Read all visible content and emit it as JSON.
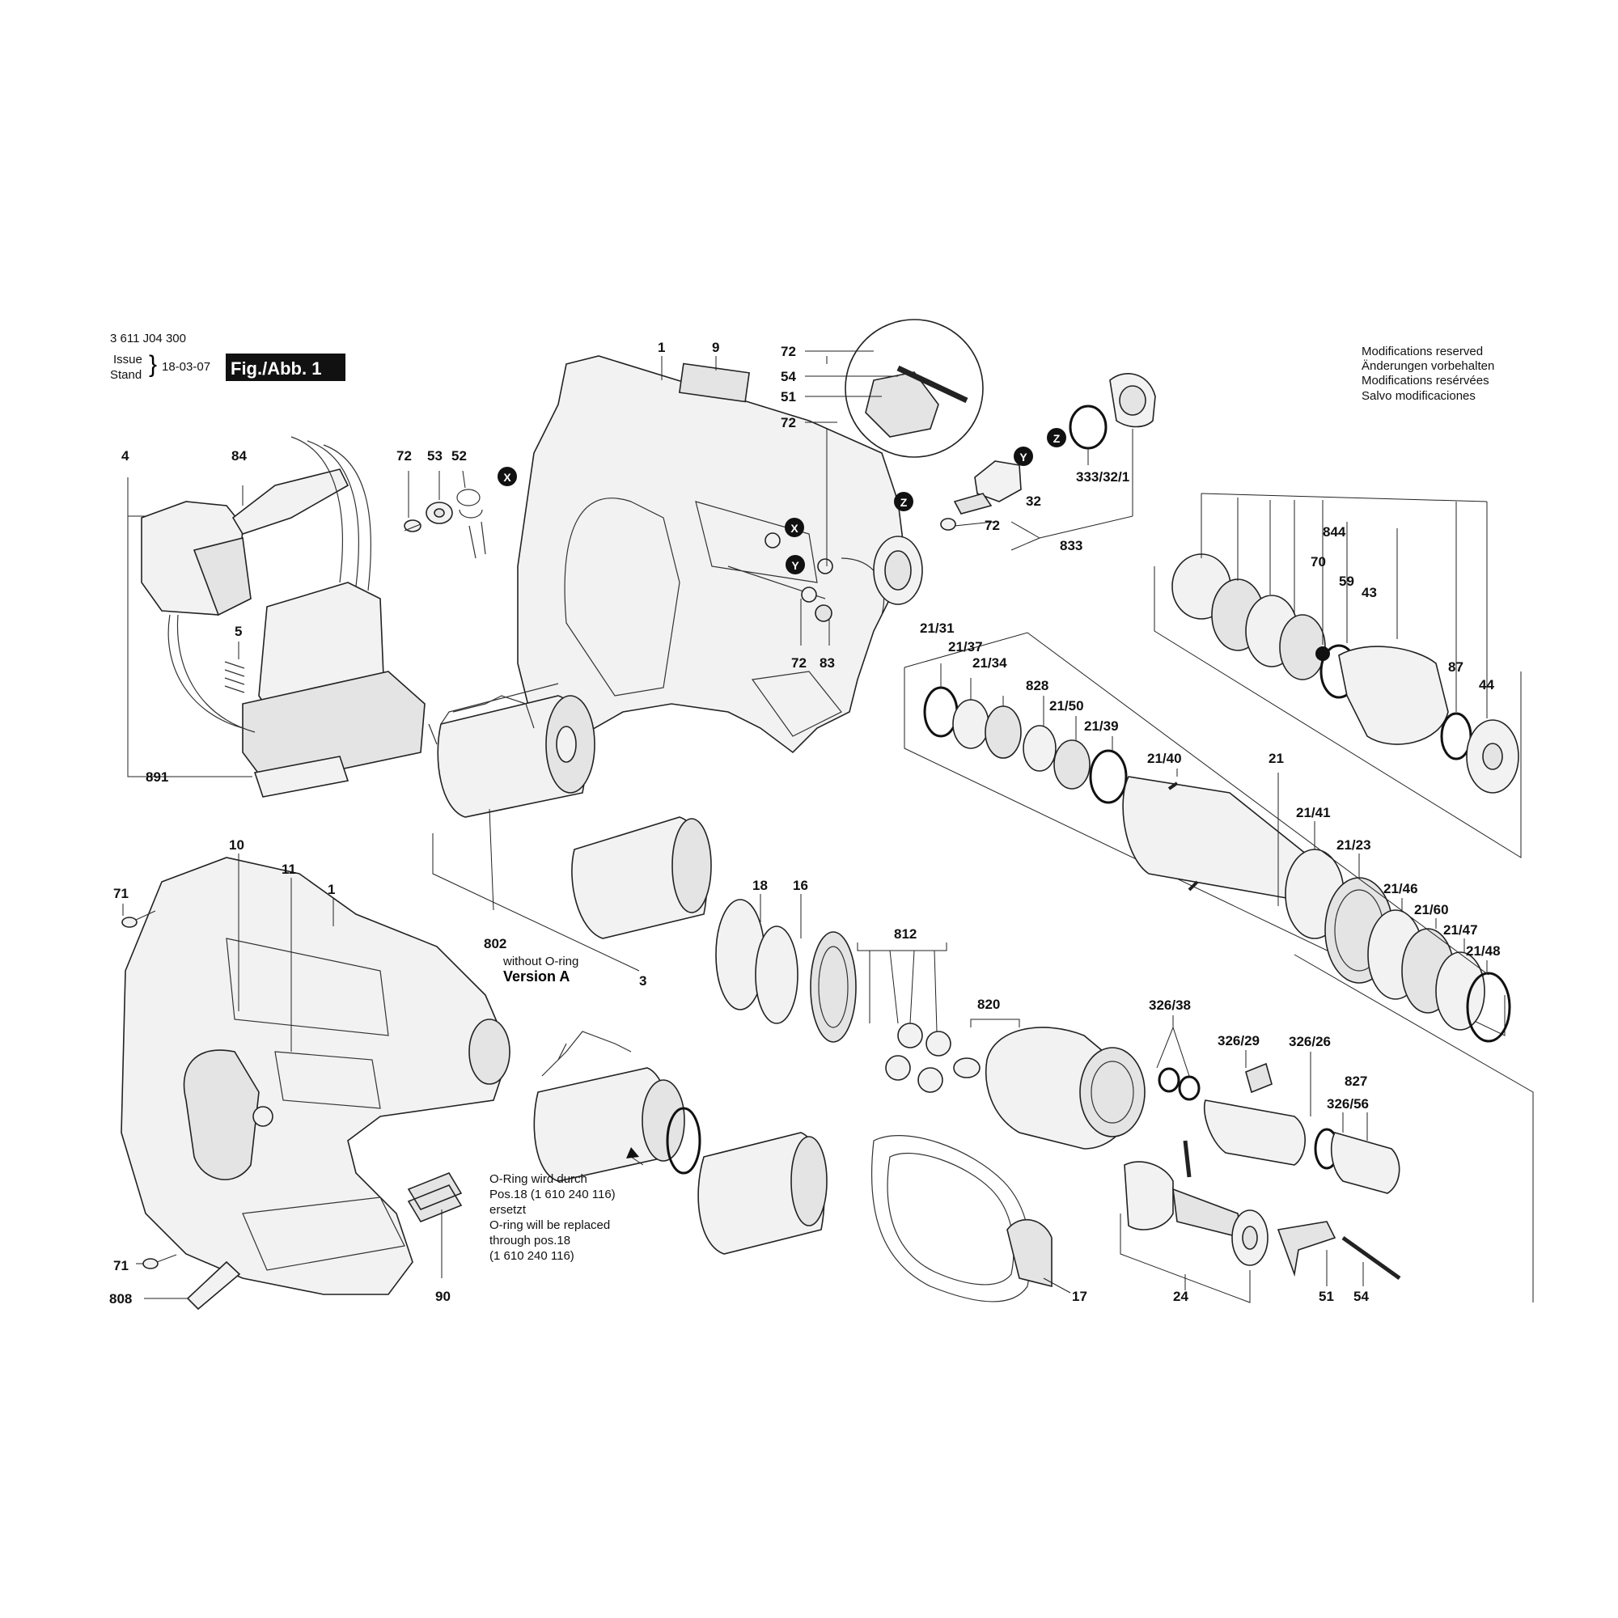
{
  "header": {
    "doc_number": "3 611 J04 300",
    "issue_label_1": "Issue",
    "issue_label_2": "Stand",
    "issue_date": "18-03-07",
    "figure_label": "Fig./Abb. 1"
  },
  "modifications": [
    "Modifications reserved",
    "Änderungen vorbehalten",
    "Modifications resérvées",
    "Salvo modificaciones"
  ],
  "notes": {
    "without_oring": "without O-ring",
    "version_a": "Version A",
    "oring_lines": [
      "O-Ring wird durch",
      "Pos.18 (1 610 240 116)",
      "ersetzt",
      "O-ring will be replaced",
      "through pos.18",
      "(1 610 240 116)"
    ]
  },
  "markers": {
    "x": "X",
    "y": "Y",
    "z": "Z"
  },
  "parts": {
    "p1": "1",
    "p9": "9",
    "p72": "72",
    "p54": "54",
    "p51": "51",
    "p84": "84",
    "p4": "4",
    "p53": "53",
    "p52": "52",
    "p5": "5",
    "p891": "891",
    "p83": "83",
    "p32": "32",
    "p833": "833",
    "p333_32_1": "333/32/1",
    "p844": "844",
    "p70": "70",
    "p59": "59",
    "p43": "43",
    "p87": "87",
    "p44": "44",
    "p21_31": "21/31",
    "p21_37": "21/37",
    "p21_34": "21/34",
    "p828": "828",
    "p21_50": "21/50",
    "p21_39": "21/39",
    "p21_40": "21/40",
    "p21": "21",
    "p21_41": "21/41",
    "p21_23": "21/23",
    "p21_46": "21/46",
    "p21_60": "21/60",
    "p21_47": "21/47",
    "p21_48": "21/48",
    "p10": "10",
    "p11": "11",
    "p71": "71",
    "p802": "802",
    "p3": "3",
    "p18": "18",
    "p16": "16",
    "p812": "812",
    "p820": "820",
    "p326_38": "326/38",
    "p326_29": "326/29",
    "p326_26": "326/26",
    "p827": "827",
    "p326_56": "326/56",
    "p17": "17",
    "p24": "24",
    "p808": "808",
    "p90": "90"
  },
  "colors": {
    "ink": "#111111",
    "fill": "#f2f2f2",
    "shade": "#e4e4e4",
    "paper": "#ffffff"
  }
}
